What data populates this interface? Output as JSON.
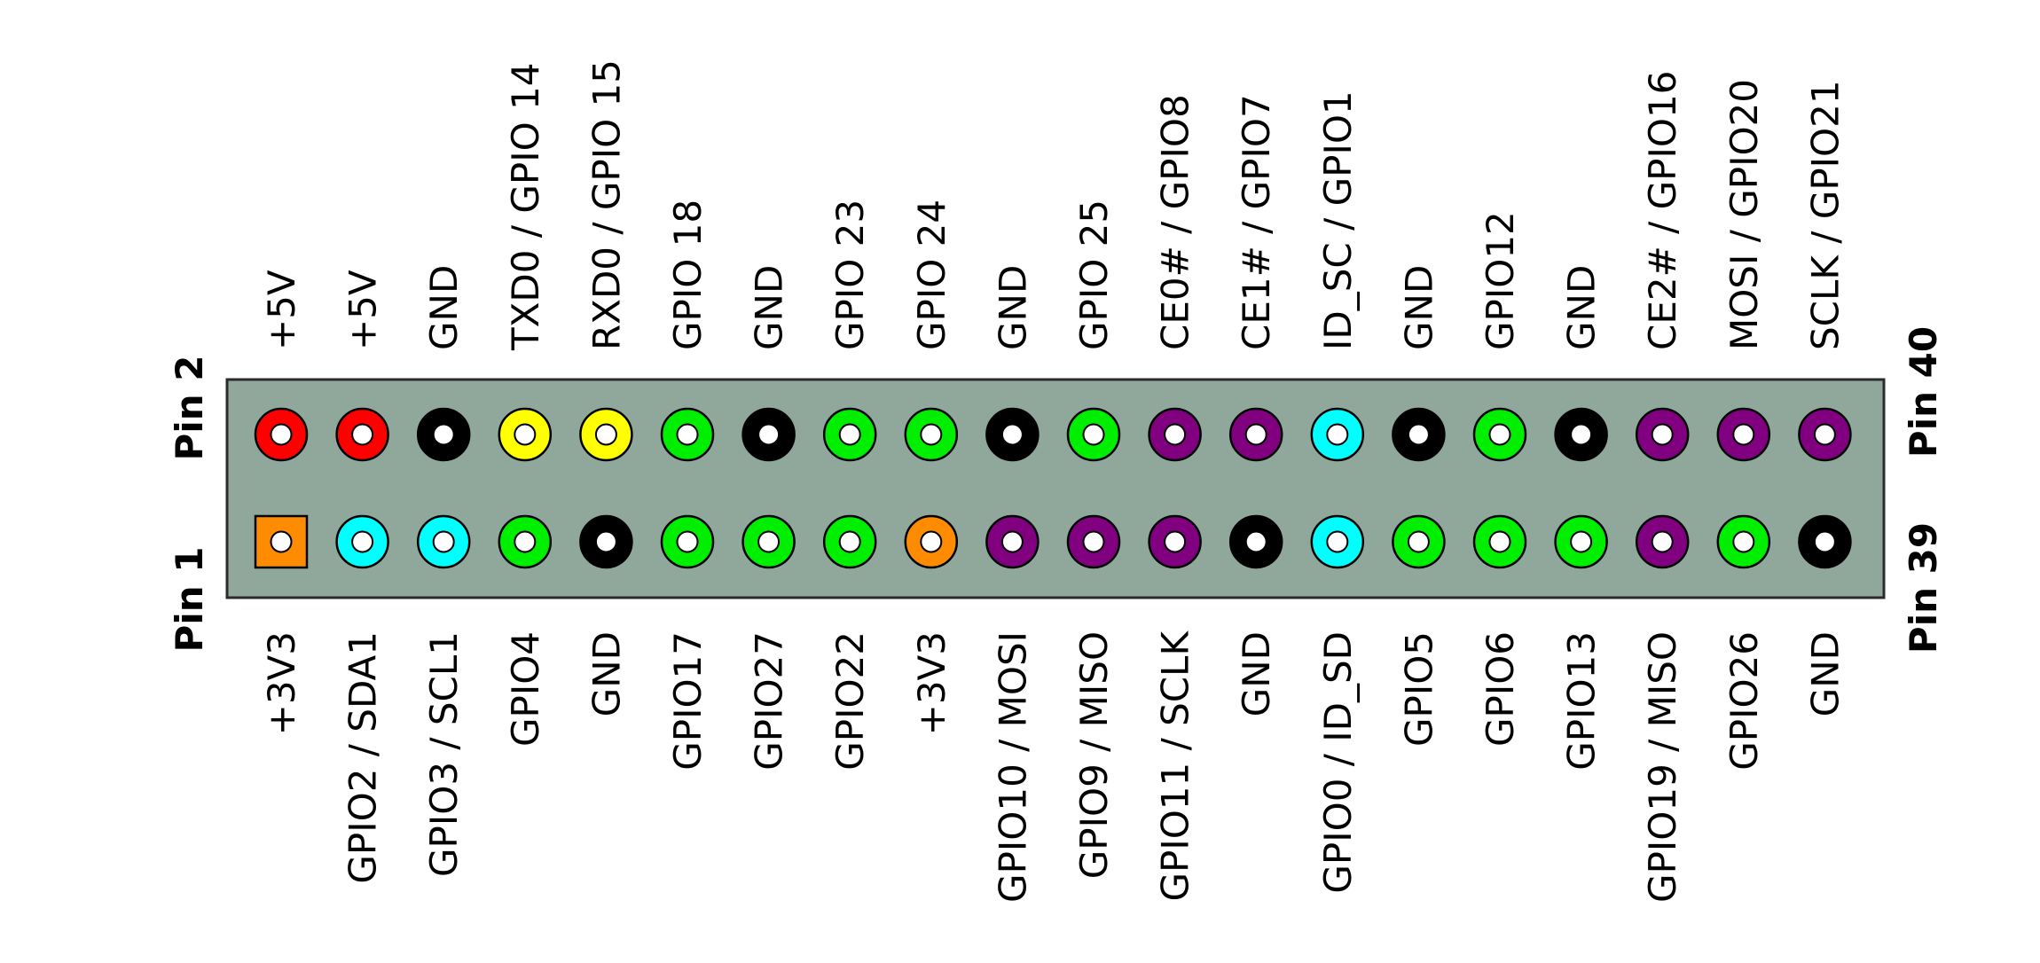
{
  "colors": {
    "header_body": "#8fa89b",
    "header_border": "#2b2b2b",
    "pin_hole": "#ffffff",
    "power_5v": "#ff0000",
    "power_3v3": "#ff8c00",
    "ground": "#000000",
    "gpio": "#00ee00",
    "uart": "#ffff00",
    "spi": "#800080",
    "i2c": "#00ffff"
  },
  "edge_labels": {
    "top_left": "Pin 2",
    "bottom_left": "Pin 1",
    "top_right": "Pin 40",
    "bottom_right": "Pin 39"
  },
  "top_row": [
    {
      "label": "+5V",
      "type": "power_5v"
    },
    {
      "label": "+5V",
      "type": "power_5v"
    },
    {
      "label": "GND",
      "type": "ground"
    },
    {
      "label": "TXD0 / GPIO 14",
      "type": "uart"
    },
    {
      "label": "RXD0 / GPIO 15",
      "type": "uart"
    },
    {
      "label": "GPIO 18",
      "type": "gpio"
    },
    {
      "label": "GND",
      "type": "ground"
    },
    {
      "label": "GPIO 23",
      "type": "gpio"
    },
    {
      "label": "GPIO 24",
      "type": "gpio"
    },
    {
      "label": "GND",
      "type": "ground"
    },
    {
      "label": "GPIO 25",
      "type": "gpio"
    },
    {
      "label": "CE0# / GPIO8",
      "type": "spi"
    },
    {
      "label": "CE1# / GPIO7",
      "type": "spi"
    },
    {
      "label": "ID_SC / GPIO1",
      "type": "i2c"
    },
    {
      "label": "GND",
      "type": "ground"
    },
    {
      "label": "GPIO12",
      "type": "gpio"
    },
    {
      "label": "GND",
      "type": "ground"
    },
    {
      "label": "CE2# / GPIO16",
      "type": "spi"
    },
    {
      "label": "MOSI / GPIO20",
      "type": "spi"
    },
    {
      "label": "SCLK / GPIO21",
      "type": "spi"
    }
  ],
  "bottom_row": [
    {
      "label": "+3V3",
      "type": "power_3v3",
      "shape": "square"
    },
    {
      "label": "GPIO2 / SDA1",
      "type": "i2c"
    },
    {
      "label": "GPIO3 / SCL1",
      "type": "i2c"
    },
    {
      "label": "GPIO4",
      "type": "gpio"
    },
    {
      "label": "GND",
      "type": "ground"
    },
    {
      "label": "GPIO17",
      "type": "gpio"
    },
    {
      "label": "GPIO27",
      "type": "gpio"
    },
    {
      "label": "GPIO22",
      "type": "gpio"
    },
    {
      "label": "+3V3",
      "type": "power_3v3"
    },
    {
      "label": "GPIO10 / MOSI",
      "type": "spi"
    },
    {
      "label": "GPIO9 / MISO",
      "type": "spi"
    },
    {
      "label": "GPIO11 / SCLK",
      "type": "spi"
    },
    {
      "label": "GND",
      "type": "ground"
    },
    {
      "label": "GPIO0 / ID_SD",
      "type": "i2c"
    },
    {
      "label": "GPIO5",
      "type": "gpio"
    },
    {
      "label": "GPIO6",
      "type": "gpio"
    },
    {
      "label": "GPIO13",
      "type": "gpio"
    },
    {
      "label": "GPIO19 / MISO",
      "type": "spi"
    },
    {
      "label": "GPIO26",
      "type": "gpio"
    },
    {
      "label": "GND",
      "type": "ground"
    }
  ]
}
